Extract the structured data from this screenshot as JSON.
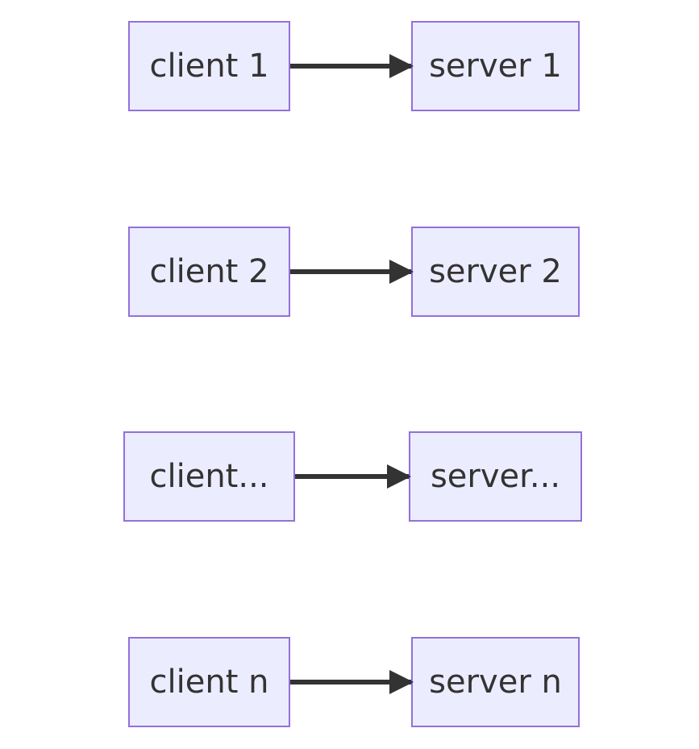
{
  "colors": {
    "node_fill": "#ECECFF",
    "node_border": "#9370DB",
    "edge": "#333333",
    "text": "#333333"
  },
  "rows": [
    {
      "client": "client 1",
      "server": "server 1"
    },
    {
      "client": "client 2",
      "server": "server 2"
    },
    {
      "client": "client...",
      "server": "server..."
    },
    {
      "client": "client n",
      "server": "server n"
    }
  ]
}
